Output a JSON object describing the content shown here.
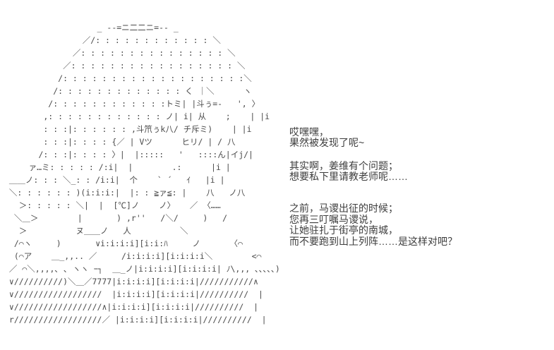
{
  "scene": {
    "background_color": "#ffffff",
    "art_color": "#4a4a4a",
    "text_color": "#3d3d3d"
  },
  "ascii_art": {
    "subject": "ascii-art-character-portrait",
    "lines": [
      "                   _ -‐=ニ二二ニ=‐- _",
      "                ／/: : : : : : : : : : : : ＼",
      "              ／: : : : : : : : : : : : : : : ＼",
      "            ／: : : : : : : : : : : : : : : : : ＼",
      "           /: : : : : : : : : : : : : : : : : : :＼",
      "          /: : : : : : : : : : : : : く ｜＼      ヽ",
      "         /: : : : : : : : : : : :トミ| |斗ぅ=-   ', 〉",
      "        ,: : : : : : : : : : : : ノ| i| 从    ;    | |i",
      "        : : :|: : : : : : ,斗笊ぅk八/ チ斥ミ)    | |i",
      "        : : :|: : : : {／ | Vツ      ヒリ/ | / 八",
      "       /: : :|: : : : 〉|  |:::::   '   ::::ん|イj/|",
      "     ァ…ミ: : : : : /:i|  |        .:      |i |",
      " ＿＿ノ: : : ＼_: : /i:i|  个    ` ´   ｲ   |i |",
      " ＼: : : : : : )(i:i:i:|  |: : ≧ァ≦: |    八   ノ八",
      "   ＞: : : : : ＼|  |  [℃]ノ    ノ〉   ／ 〈……",
      "  ＼＿＞        |       ) ,r''   /＼/     )   /",
      "   ＞          ヌ＿＿ノ   人          ＼",
      "  /⌒ヽ     )       ∨i:i:i:i][i:i:ﾊ     ノ      〈⌒",
      "  (⌒ア    ＿_,,.. ／     /i:i:i:i][i:i:i:i＼        <⌒",
      " ／ ⌒＼,,,,､ ､ ヽヽ ｰ┐  ＿_ノ|i:i:i:i][i:i:i:i| ﾉ\\,,, ､､､､､)",
      " ∨//////////)＼＿／7777|i:i:i:i][i:i:i:i|///////////∧",
      " ∨//////////////////  |i:i:i:i][i:i:i:i|//////////  |",
      " ∨//////////////////∧|i:i:i:i][i:i:i:i|//////////  |",
      " r//////////////////／ |i:i:i:i][i:i:i:i|//////////  |"
    ]
  },
  "dialogue": {
    "groups": [
      {
        "lines": [
          "哎嘿嘿，",
          "果然被发现了呢~"
        ]
      },
      {
        "lines": [
          "其实啊，姜维有个问题；",
          "想要私下里请教老师呢……"
        ]
      },
      {
        "lines": [
          "之前，马谡出征的时候；",
          "您再三叮嘱马谡说，",
          "让她驻扎于街亭的南城，",
          "而不要跑到山上列阵……是这样对吧？"
        ]
      }
    ]
  }
}
